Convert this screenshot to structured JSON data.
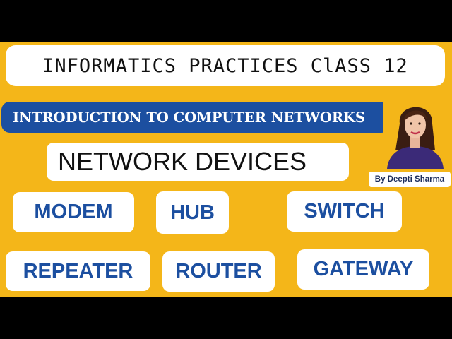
{
  "header": {
    "title": "INFORMATICS PRACTICES ClASS 12",
    "intro": "INTRODUCTION TO COMPUTER  NETWORKS",
    "subtitle": "NETWORK DEVICES"
  },
  "author": {
    "label": "By Deepti Sharma"
  },
  "devices": [
    {
      "label": "MODEM"
    },
    {
      "label": "HUB"
    },
    {
      "label": "SWITCH"
    },
    {
      "label": "REPEATER"
    },
    {
      "label": "ROUTER"
    },
    {
      "label": "GATEWAY"
    }
  ],
  "colors": {
    "background": "#f4b619",
    "accent_blue": "#1c4fa0",
    "letterbox": "#000000"
  }
}
